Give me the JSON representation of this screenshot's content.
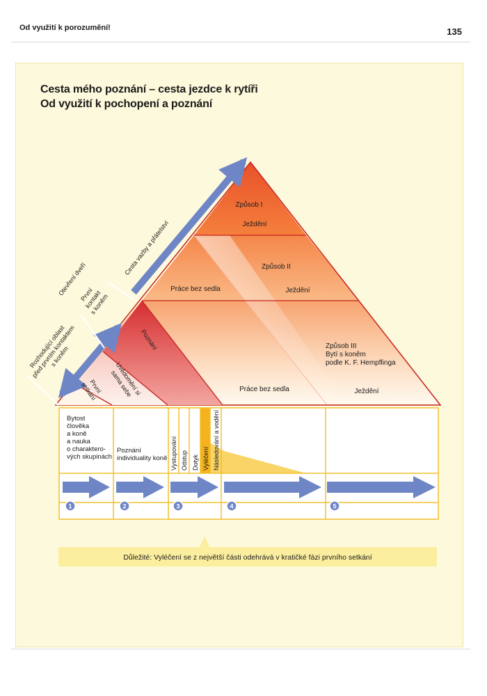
{
  "page": {
    "running_head": "Od využití k porozumění!",
    "page_number": "135"
  },
  "diagram": {
    "title_line_1": "Cesta mého poznání – cesta jezdce k rytíři",
    "title_line_2": "Od využití k pochopení a poznání",
    "levels": [
      {
        "name": "Způsob I",
        "riding": "Ježdění"
      },
      {
        "name": "Způsob II",
        "bareback": "Práce bez sedla",
        "riding": "Ježdění"
      },
      {
        "name_lines": [
          "Způsob III",
          "Bytí s koněm",
          "podle K. F. Hempflinga"
        ],
        "bareback": "Práce bez sedla",
        "riding": "Ježdění"
      }
    ],
    "inner_triangle": {
      "knowledge": "Poznání",
      "self_awareness_lines": [
        "Uvědomění si",
        "sama sebe"
      ],
      "first_meeting_lines": [
        "První",
        "setkání"
      ]
    },
    "diagonal_labels": {
      "decisive_area_lines": [
        "Rozhodující oblast",
        "před prvním kontaktem",
        "s koněm"
      ],
      "first_contact_lines": [
        "První",
        "kontakt",
        "s koněm"
      ],
      "open_doors": "Otevření dveří",
      "bond_path": "Cesta vazby a přátelství"
    },
    "phases": [
      {
        "number": "1",
        "lines": [
          "Bytost",
          "člověka",
          "a koně",
          "a nauka",
          "o charaktero-",
          "vých skupinách"
        ]
      },
      {
        "number": "2",
        "lines": [
          "Poznání",
          "individuality koně"
        ]
      },
      {
        "number": "3",
        "steps": [
          "Vystupování",
          "Odstup",
          "Dotyk",
          "Vyléčení",
          "Následování a vodění"
        ]
      },
      {
        "number": "4"
      },
      {
        "number": "5"
      }
    ],
    "note": "Důležité: Vyléčení se z největší části odehrává v kratičké fázi prvního setkání",
    "colors": {
      "panel": "#fdf9dc",
      "frame": "#f1c02e",
      "arrow": "#6f86c6",
      "apex": "#e8512a",
      "inner_red": "#d62e30",
      "gold": "#f5b21e",
      "note": "#fbee9f"
    }
  }
}
